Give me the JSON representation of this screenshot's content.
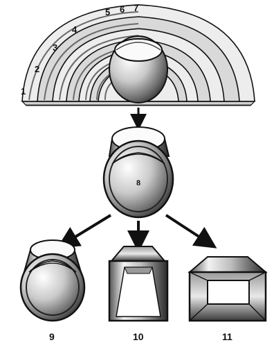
{
  "fan_labels": [
    "1",
    "2",
    "3",
    "4",
    "5",
    "6",
    "7"
  ],
  "center_label": "8",
  "bottom_labels": [
    "9",
    "10",
    "11"
  ],
  "colors": {
    "ink": "#111111",
    "metal_light": "#f4f4f4",
    "metal_mid": "#bdbdbd",
    "metal_dark": "#4a4a4a",
    "background": "#ffffff"
  }
}
